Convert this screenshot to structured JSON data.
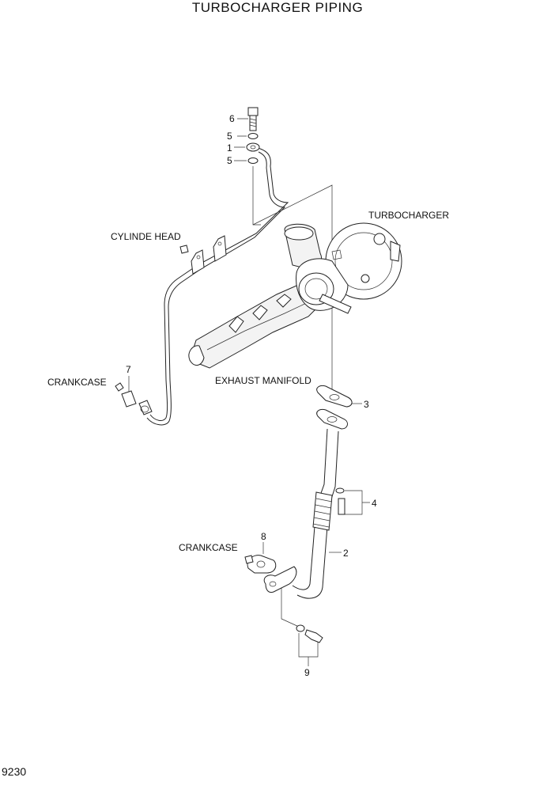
{
  "title": "TURBOCHARGER PIPING",
  "page_number": "9230",
  "labels": {
    "turbocharger": "TURBOCHARGER",
    "cylinder_head": "CYLINDE HEAD",
    "exhaust_manifold": "EXHAUST MANIFOLD",
    "crankcase_upper": "CRANKCASE",
    "crankcase_lower": "CRANKCASE"
  },
  "callouts": {
    "c6": "6",
    "c5a": "5",
    "c1": "1",
    "c5b": "5",
    "c7": "7",
    "c3": "3",
    "c4": "4",
    "c2": "2",
    "c8": "8",
    "c9": "9"
  }
}
